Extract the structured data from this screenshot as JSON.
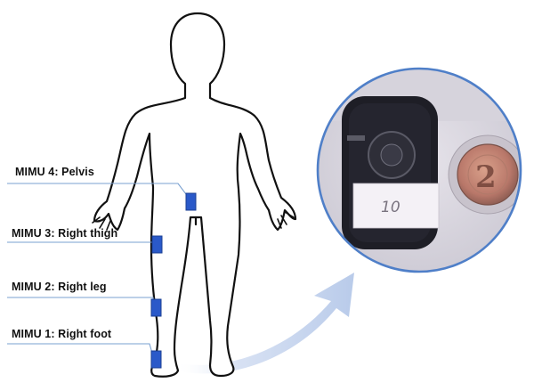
{
  "labels": {
    "pelvis": "MIMU 4: Pelvis",
    "thigh": "MIMU 3: Right thigh",
    "leg": "MIMU 2: Right leg",
    "foot": "MIMU 1: Right foot"
  },
  "device": {
    "tag_number": "10",
    "coin_value": "2"
  },
  "colors": {
    "sensor": "#2a59c9",
    "leader_line": "#7aa0d0",
    "inset_border": "#4f7fc8",
    "arrow": "#c4d2ec",
    "outline": "#111111"
  }
}
